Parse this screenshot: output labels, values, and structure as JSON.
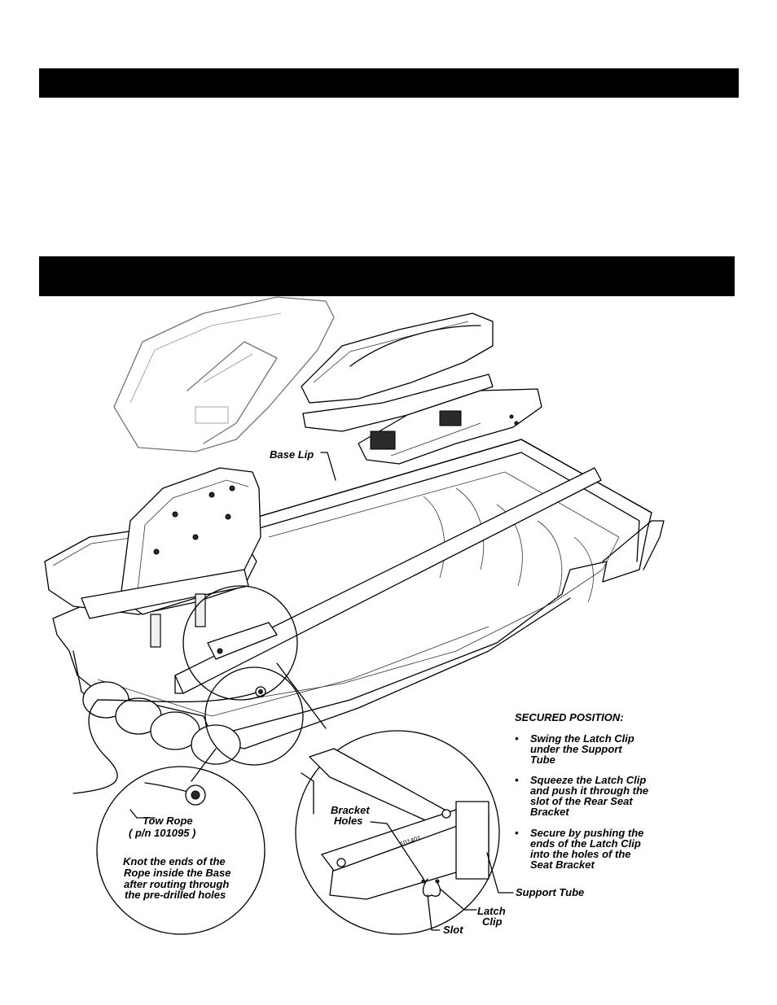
{
  "header_bars": [
    "",
    ""
  ],
  "labels": {
    "base_lip": "Base Lip",
    "tow_rope": "Tow Rope",
    "tow_rope_pn": "( p/n 101095 )",
    "bracket_holes_1": "Bracket",
    "bracket_holes_2": "Holes",
    "support_tube": "Support Tube",
    "latch_clip_1": "Latch",
    "latch_clip_2": "Clip",
    "slot": "Slot",
    "bracket_stamp": "101401"
  },
  "rope_note": [
    "Knot the ends of the",
    "Rope inside the Base",
    "after routing through",
    "the pre-drilled holes"
  ],
  "secured": {
    "title": "SECURED POSITION:",
    "bullet_glyph": "•",
    "steps": [
      [
        "Swing the Latch Clip",
        "under the Support",
        "Tube"
      ],
      [
        "Squeeze the Latch Clip",
        "and push it through the",
        "slot of the Rear Seat",
        "Bracket"
      ],
      [
        "Secure by pushing the",
        "ends of the Latch Clip",
        "into the holes of the",
        "Seat Bracket"
      ]
    ]
  }
}
